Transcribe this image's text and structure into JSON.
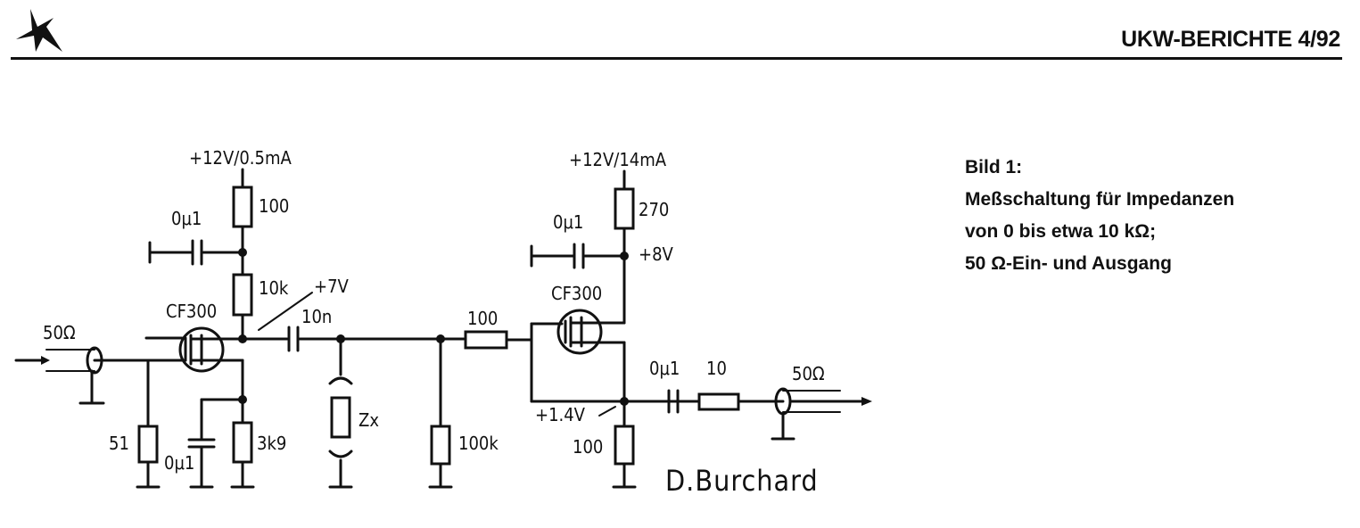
{
  "header": {
    "publication": "UKW-BERICHTE 4/92",
    "logo_icon": "antenna-dish-icon"
  },
  "caption": {
    "label": "Bild 1:",
    "line1": "Meßschaltung für Impedanzen",
    "line2": "von 0 bis etwa 10 kΩ;",
    "line3": "50 Ω-Ein- und Ausgang"
  },
  "schematic": {
    "supply_left": "+12V/0.5mA",
    "supply_right": "+12V/14mA",
    "r_drain_left": "100",
    "c_bypass_left": "0μ1",
    "r_load_left": "10k",
    "v_node_left": "+7V",
    "fet_left": "CF300",
    "c_coupling": "10n",
    "input_impedance": "50Ω",
    "r_input": "51",
    "c_source": "0μ1",
    "r_source": "3k9",
    "dut": "Zx",
    "r_series": "100",
    "r_bias": "100k",
    "fet_right": "CF300",
    "r_drain_right": "270",
    "c_bypass_right": "0μ1",
    "v_drain_right": "+8V",
    "v_source_right": "+1.4V",
    "r_source_right": "100",
    "c_output": "0μ1",
    "r_output": "10",
    "output_impedance": "50Ω",
    "author": "D.Burchard"
  }
}
